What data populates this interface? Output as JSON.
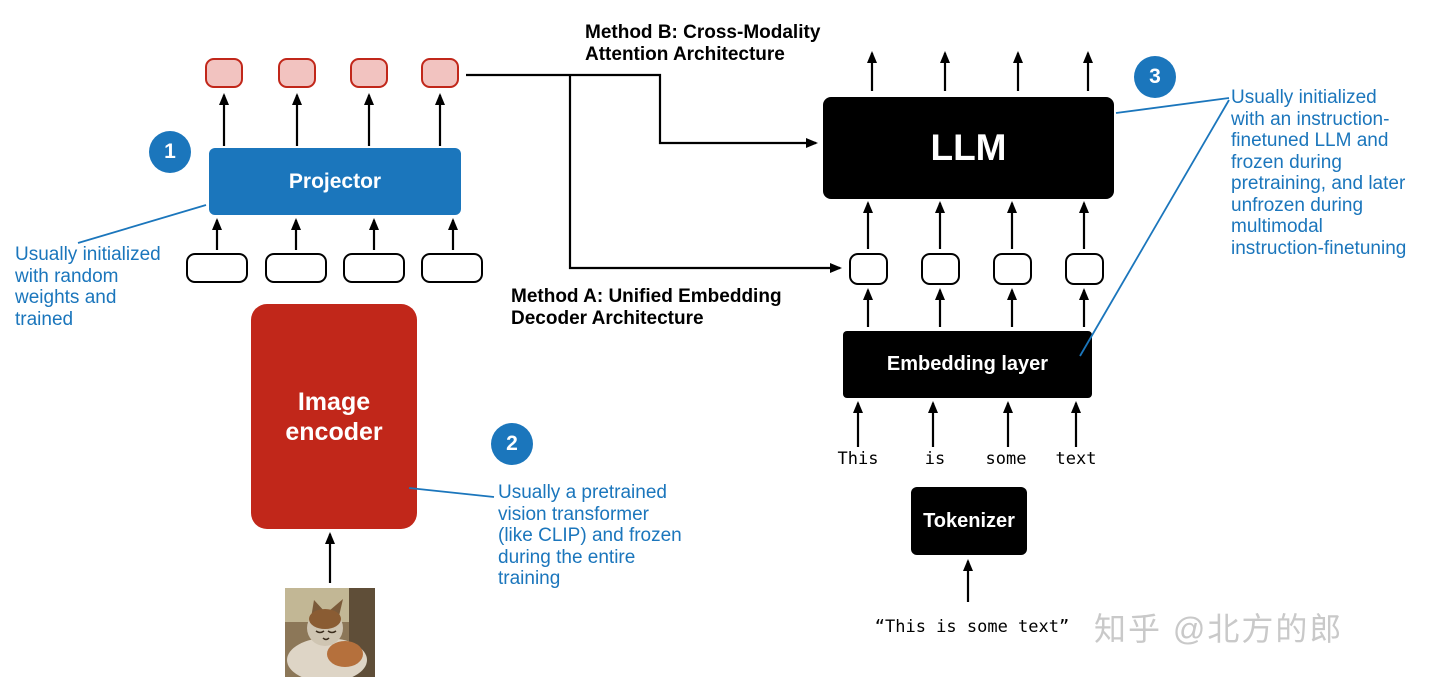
{
  "diagram": {
    "method_b_title": "Method B: Cross-Modality\nAttention Architecture",
    "method_a_title": "Method A: Unified Embedding\nDecoder Architecture",
    "projector_label": "Projector",
    "image_encoder_label": "Image\nencoder",
    "llm_label": "LLM",
    "embedding_layer_label": "Embedding layer",
    "tokenizer_label": "Tokenizer",
    "tokens": [
      "This",
      "is",
      "some",
      "text"
    ],
    "input_text": "“This is some text”"
  },
  "annotations": {
    "a1": {
      "number": "1",
      "text": "Usually initialized\nwith random\nweights and\ntrained"
    },
    "a2": {
      "number": "2",
      "text": "Usually a pretrained\nvision transformer\n(like CLIP) and frozen\nduring the entire\ntraining"
    },
    "a3": {
      "number": "3",
      "text": "Usually initialized\nwith an instruction-\nfinetuned LLM and\nfrozen during\npretraining, and later\nunfrozen during\nmultimodal\ninstruction-finetuning"
    }
  },
  "watermark": "知乎 @北方的郎",
  "colors": {
    "accent_blue": "#1b76bc",
    "encoder_red": "#c1271a",
    "token_pink_fill": "#f2c3c0",
    "box_black": "#000000",
    "watermark_gray": "#c9c9c9"
  }
}
